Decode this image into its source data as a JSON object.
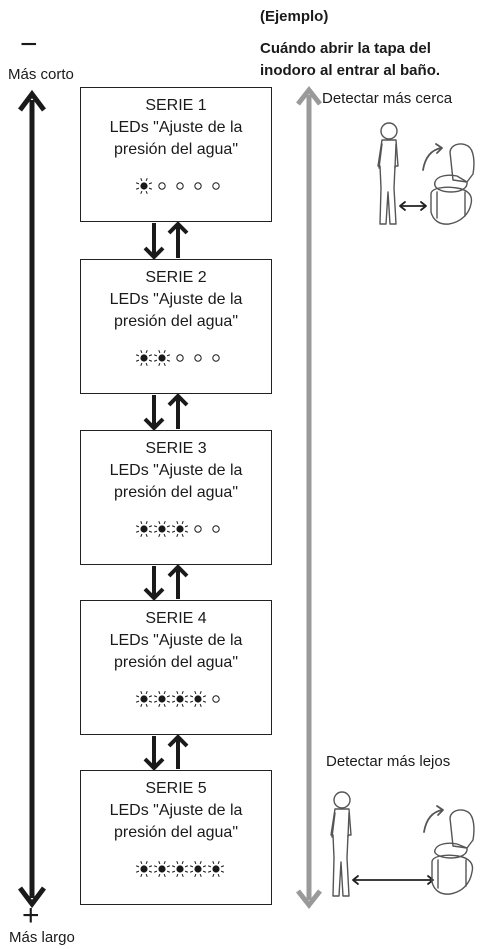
{
  "left_scale": {
    "minus_symbol": "−",
    "top_label": "Más corto",
    "plus_symbol": "+",
    "bottom_label": "Más largo"
  },
  "example": {
    "heading": "(Ejemplo)",
    "description_line1": "Cuándo abrir la tapa del",
    "description_line2": "inodoro al entrar al baño."
  },
  "right_scale": {
    "top_label": "Detectar más cerca",
    "bottom_label": "Detectar más lejos"
  },
  "series": [
    {
      "name": "SERIE 1",
      "line1": "LEDs \"Ajuste de la",
      "line2": "presión del agua\"",
      "lit_leds": 1,
      "total_leds": 5
    },
    {
      "name": "SERIE 2",
      "line1": "LEDs \"Ajuste de la",
      "line2": "presión del agua\"",
      "lit_leds": 2,
      "total_leds": 5
    },
    {
      "name": "SERIE 3",
      "line1": "LEDs \"Ajuste de la",
      "line2": "presión del agua\"",
      "lit_leds": 3,
      "total_leds": 5
    },
    {
      "name": "SERIE 4",
      "line1": "LEDs \"Ajuste de la",
      "line2": "presión del agua\"",
      "lit_leds": 4,
      "total_leds": 5
    },
    {
      "name": "SERIE 5",
      "line1": "LEDs \"Ajuste de la",
      "line2": "presión del agua\"",
      "lit_leds": 5,
      "total_leds": 5
    }
  ],
  "colors": {
    "dark": "#1a1a1a",
    "gray_arrow": "#9a9a9a",
    "figure": "#555555"
  }
}
